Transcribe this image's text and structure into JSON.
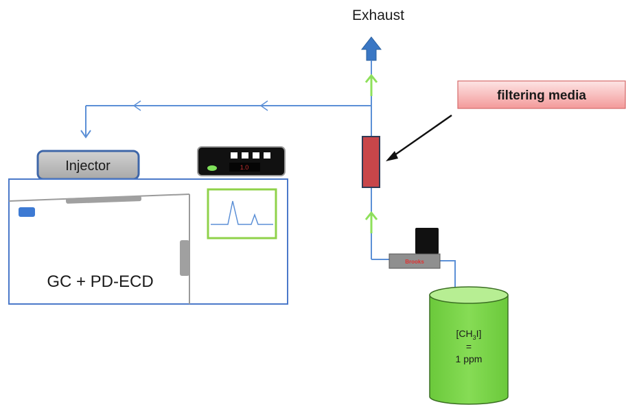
{
  "labels": {
    "exhaust": "Exhaust",
    "filtering_media": "filtering media",
    "injector": "Injector",
    "gc_instrument": "GC + PD-ECD",
    "controller_display": "1.0",
    "flow_controller": "Brooks",
    "cylinder_line1_prefix": "[CH",
    "cylinder_line1_sub": "3",
    "cylinder_line1_suffix": "I]",
    "cylinder_line2": "=",
    "cylinder_line3": "1 ppm"
  },
  "colors": {
    "line": "#5b8fd6",
    "exhaust_arrow": "#3a77c4",
    "flow_arrow": "#8ee05a",
    "filter": "#c8464a",
    "callout_fill": "#f6b3b3",
    "cylinder": "#7cd34a",
    "chromatogram_frame": "#8fd24a",
    "gc_border": "#4a78c9",
    "injector_fill": "#bdbdbd",
    "injector_border": "#3e66a8"
  },
  "icons": {
    "exhaust": "up-arrow-icon",
    "flow": "up-arrow-icon",
    "return_flow": "left-chevron-icon",
    "indicator": "led-icon"
  }
}
